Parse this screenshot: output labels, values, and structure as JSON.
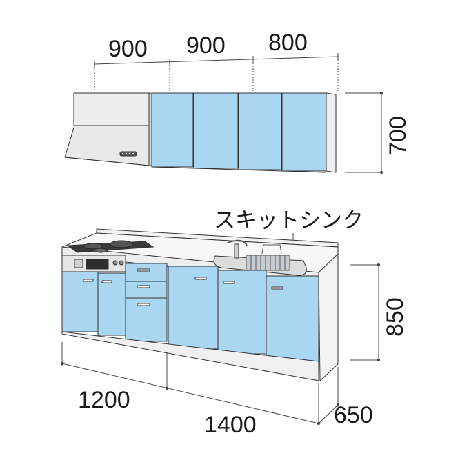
{
  "diagram": {
    "upper_widths": [
      "900",
      "900",
      "800"
    ],
    "upper_height": "700",
    "lower_height": "850",
    "lower_width_left": "1200",
    "lower_width_right": "1400",
    "depth": "650",
    "sink_label": "スキットシンク"
  },
  "colors": {
    "door_blue": "#a9d6f1",
    "door_edge": "#5a6f80",
    "body_white": "#f4f4f4",
    "line": "#333333"
  }
}
